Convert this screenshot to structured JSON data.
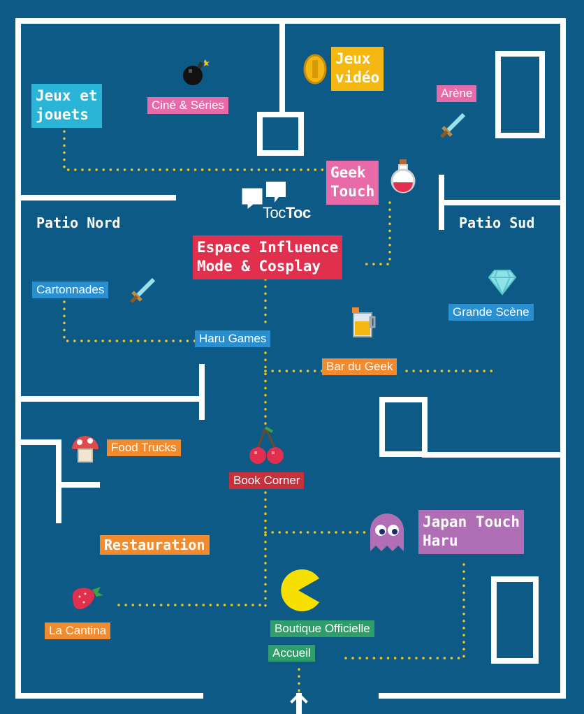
{
  "logo": {
    "part1": "Toc",
    "part2": "Toc"
  },
  "colors": {
    "background": "#0e5a87",
    "wall": "#ffffff",
    "path": "#f5c518",
    "cyan": "#2ab4d8",
    "pink": "#e96aa8",
    "yellow": "#f5b812",
    "red": "#e0304e",
    "blue": "#2a8fd0",
    "orange": "#f28a2e",
    "purple": "#b06fb5",
    "green": "#2e9e6a",
    "darkred": "#c8303c"
  },
  "areas": {
    "patio_nord": "Patio Nord",
    "patio_sud": "Patio Sud",
    "restauration": "Restauration"
  },
  "stands": {
    "jeux_jouets": "Jeux et\njouets",
    "cine_series": "Ciné & Séries",
    "jeux_video": "Jeux\nvidéo",
    "arene": "Arène",
    "geek_touch": "Geek\nTouch",
    "espace_influence": "Espace Influence\nMode & Cosplay",
    "cartonnades": "Cartonnades",
    "grande_scene": "Grande Scène",
    "haru_games": "Haru Games",
    "bar_du_geek": "Bar du Geek",
    "food_trucks": "Food Trucks",
    "book_corner": "Book Corner",
    "japan_touch": "Japan Touch\nHaru",
    "la_cantina": "La Cantina",
    "boutique_officielle": "Boutique Officielle",
    "accueil": "Accueil"
  },
  "icons": [
    "bomb-icon",
    "coin-icon",
    "sword-icon",
    "potion-icon",
    "chat-bubbles-icon",
    "diamond-icon",
    "drink-icon",
    "mushroom-icon",
    "cherries-icon",
    "ghost-icon",
    "pacman-icon",
    "strawberry-icon",
    "entrance-arrow-icon"
  ]
}
